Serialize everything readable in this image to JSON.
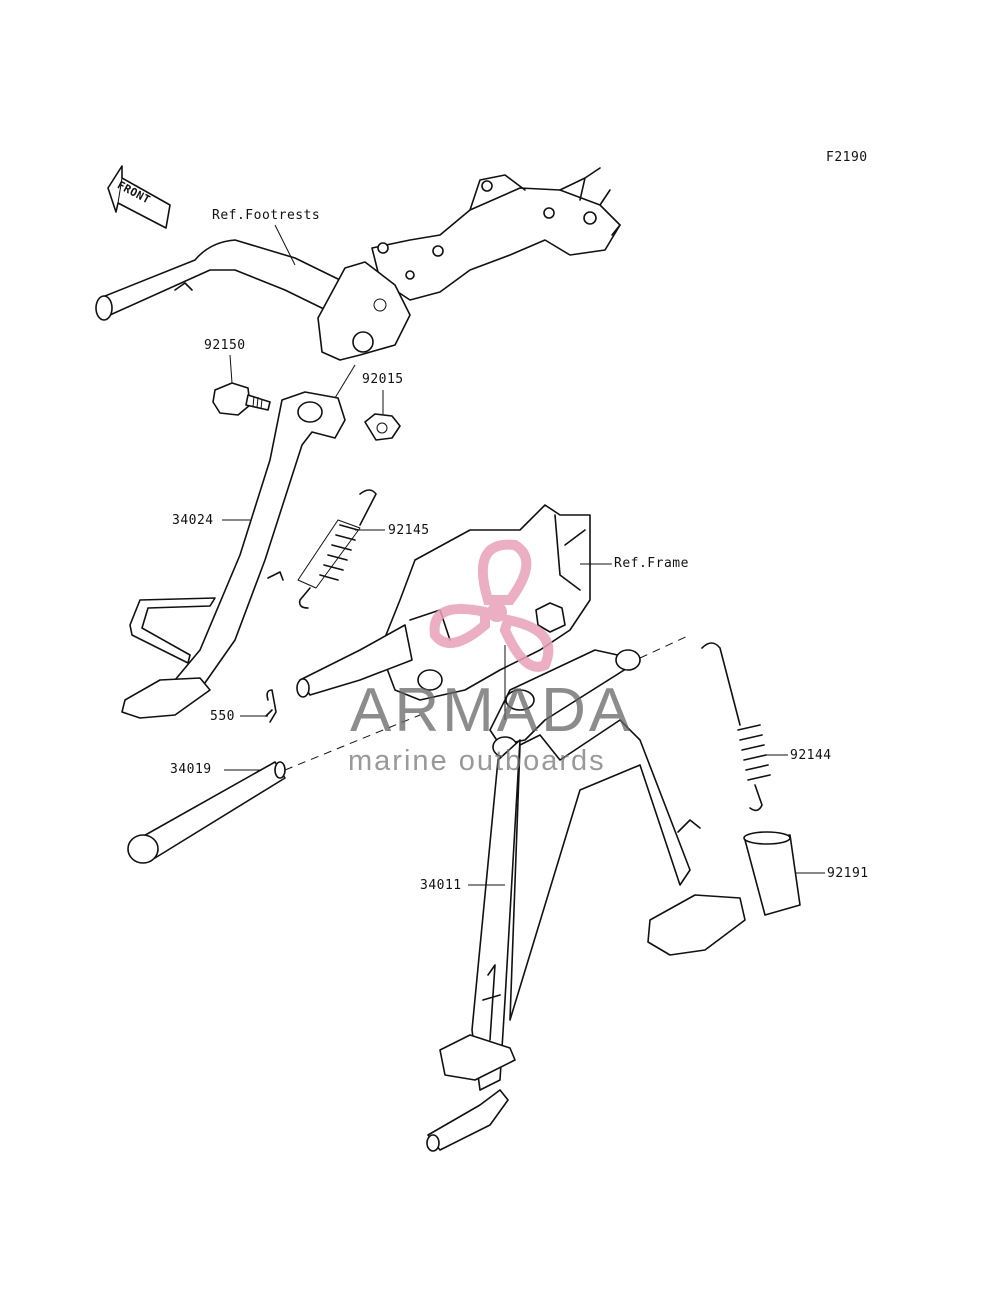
{
  "diagram": {
    "code": "F2190",
    "front_label": "FRONT",
    "labels": {
      "ref_footrests": "Ref.Footrests",
      "ref_frame": "Ref.Frame",
      "p92150": "92150",
      "p92015": "92015",
      "p34024": "34024",
      "p92145": "92145",
      "p550": "550",
      "p34019": "34019",
      "p34011": "34011",
      "p92144": "92144",
      "p92191": "92191"
    }
  },
  "watermark": {
    "brand": "ARMADA",
    "tagline": "marine outboards",
    "logo_color": "#e8a0b8",
    "logo_icon": "propeller-logo-icon"
  }
}
